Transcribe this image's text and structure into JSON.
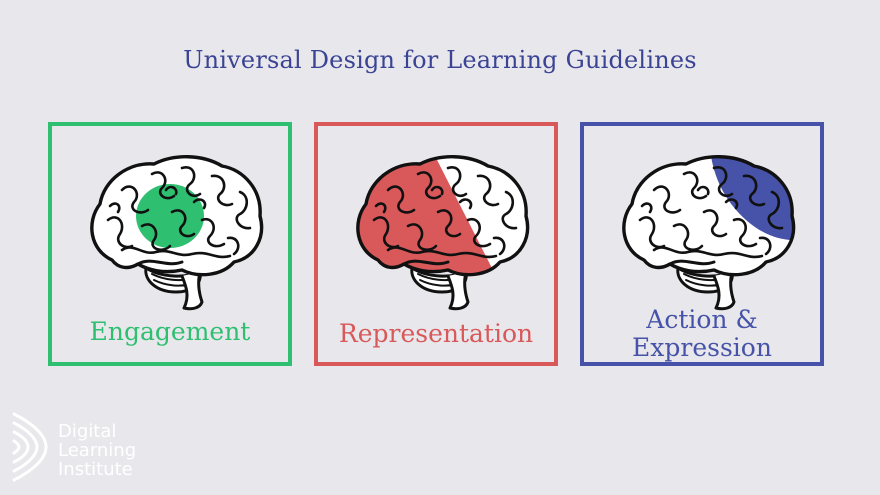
{
  "title": "Universal Design for Learning Guidelines",
  "cards": [
    {
      "label": "Engagement",
      "color": "#2fbf71",
      "icon": "brain-icon",
      "highlight": "center region"
    },
    {
      "label": "Representation",
      "color": "#d9595a",
      "icon": "brain-icon",
      "highlight": "back region"
    },
    {
      "label": "Action &\nExpression",
      "color": "#4653a8",
      "icon": "brain-icon",
      "highlight": "front region"
    }
  ],
  "logo": {
    "text": "Digital\nLearning\nInstitute",
    "icon": "sound-wave-icon",
    "color": "#ffffff"
  },
  "colors": {
    "background": "#e8e7ec",
    "title": "#3b4494"
  }
}
